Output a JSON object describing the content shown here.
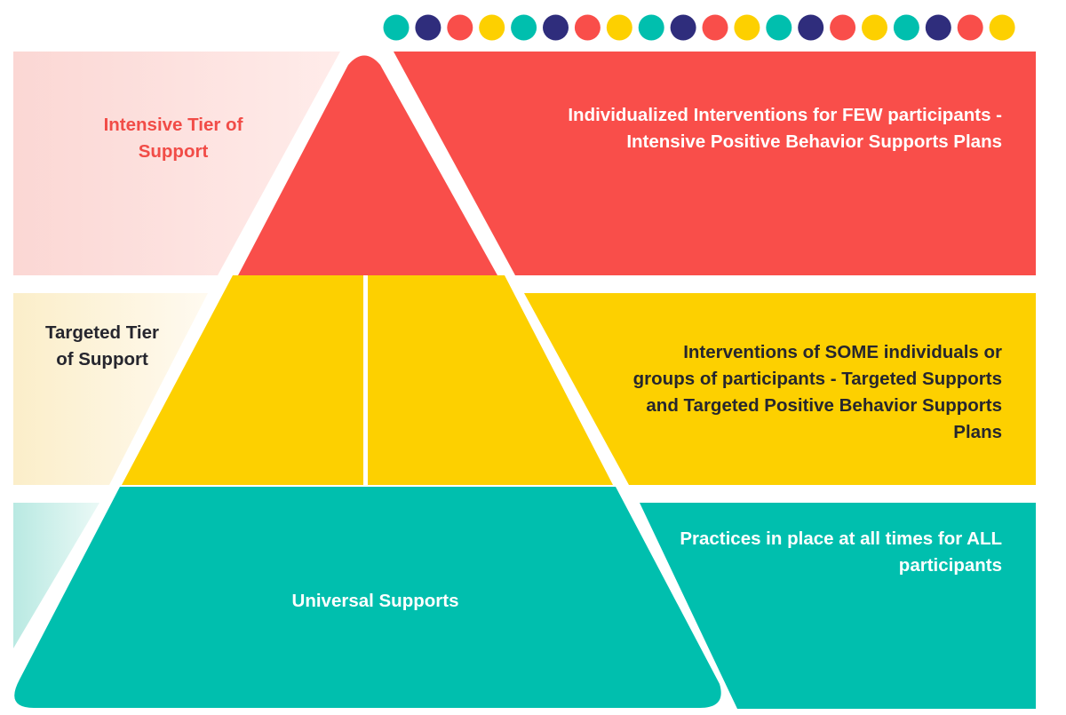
{
  "colors": {
    "red": "#f94e4a",
    "yellow": "#fdd000",
    "teal": "#00bfae",
    "navy": "#2f2d7c",
    "red_text": "#f14c47",
    "dark_text": "#26262e",
    "white": "#ffffff"
  },
  "dots": [
    "teal",
    "navy",
    "red",
    "yellow",
    "teal",
    "navy",
    "red",
    "yellow",
    "teal",
    "navy",
    "red",
    "yellow",
    "teal",
    "navy",
    "red",
    "yellow",
    "teal",
    "navy",
    "red",
    "yellow"
  ],
  "tiers": {
    "intensive": {
      "label": "Intensive Tier of Support",
      "description": "Individualized Interventions for FEW participants - Intensive Positive Behavior Supports Plans"
    },
    "targeted": {
      "label": "Targeted Tier of Support",
      "description": "Interventions of SOME individuals or groups of participants - Targeted Supports and Targeted Positive Behavior Supports Plans"
    },
    "universal": {
      "label": "Universal Supports",
      "description": "Practices in place at all times for ALL participants"
    }
  }
}
